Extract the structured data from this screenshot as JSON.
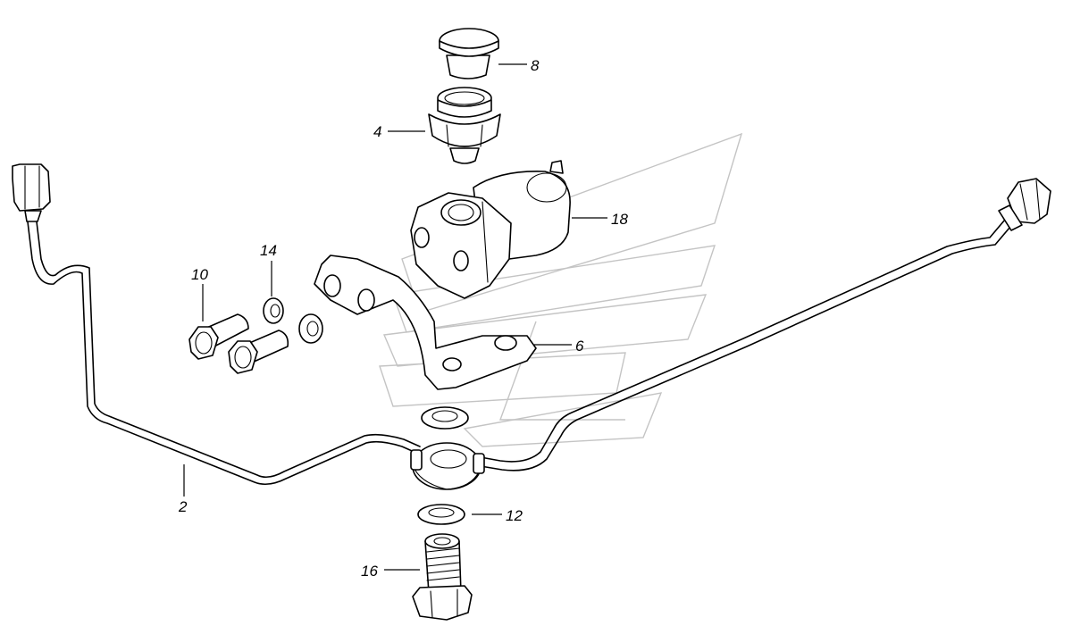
{
  "callouts": [
    {
      "id": "callout-8",
      "text": "8"
    },
    {
      "id": "callout-4",
      "text": "4"
    },
    {
      "id": "callout-18",
      "text": "18"
    },
    {
      "id": "callout-14",
      "text": "14"
    },
    {
      "id": "callout-10",
      "text": "10"
    },
    {
      "id": "callout-6",
      "text": "6"
    },
    {
      "id": "callout-2",
      "text": "2"
    },
    {
      "id": "callout-12",
      "text": "12"
    },
    {
      "id": "callout-16",
      "text": "16"
    }
  ]
}
